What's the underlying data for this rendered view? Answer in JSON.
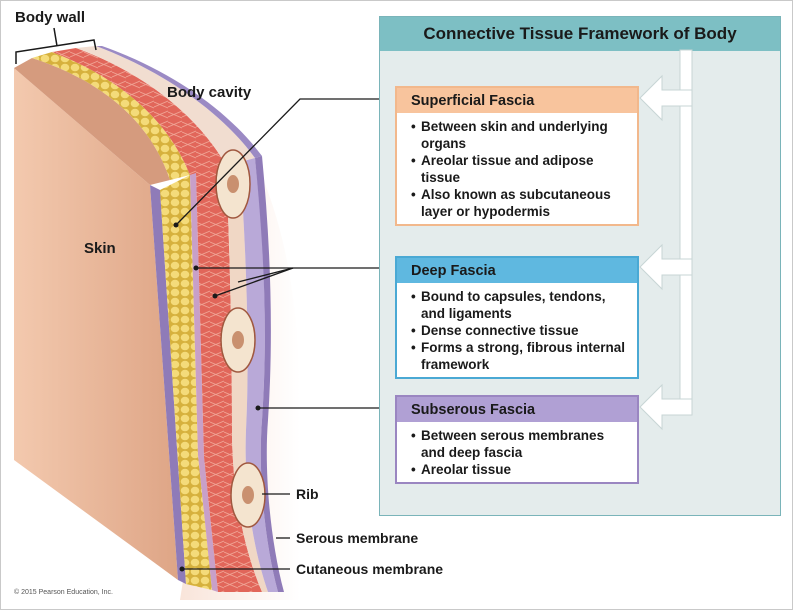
{
  "labels": {
    "body_wall": "Body wall",
    "body_cavity": "Body cavity",
    "skin": "Skin",
    "rib": "Rib",
    "serous_membrane": "Serous membrane",
    "cutaneous_membrane": "Cutaneous membrane",
    "credit": "© 2015 Pearson Education, Inc."
  },
  "panel": {
    "title": "Connective Tissue Framework of Body",
    "boxes": [
      {
        "title": "Superficial Fascia",
        "color": "#f8c49d",
        "bullets": [
          "Between skin and underlying organs",
          "Areolar tissue and adipose tissue",
          "Also known as subcutaneous layer or hypodermis"
        ]
      },
      {
        "title": "Deep Fascia",
        "color": "#5fb8e0",
        "bullets": [
          "Bound to capsules, tendons, and ligaments",
          "Dense connective tissue",
          "Forms a strong, fibrous internal framework"
        ]
      },
      {
        "title": "Subserous Fascia",
        "color": "#b0a0d4",
        "bullets": [
          "Between serous membranes and deep fascia",
          "Areolar tissue"
        ]
      }
    ]
  },
  "colors": {
    "panel_header": "#7dbfc4",
    "panel_bg": "#e4ecec",
    "skin": "#e9b597",
    "adipose": "#f1d46a",
    "muscle": "#e2685a",
    "serous": "#9b8ac4"
  }
}
